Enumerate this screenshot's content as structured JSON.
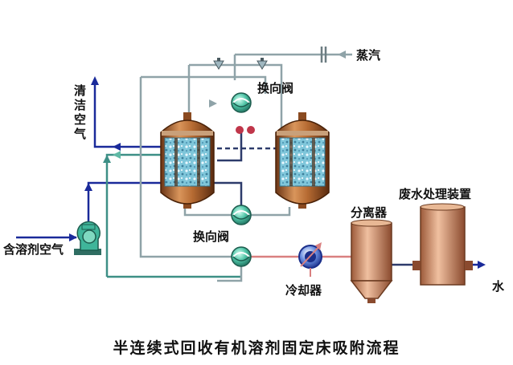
{
  "diagram": {
    "caption": "半连续式回收有机溶剂固定床吸附流程",
    "labels": {
      "clean_air": [
        "清",
        "洁",
        "空",
        "气"
      ],
      "steam": "蒸汽",
      "reversing_valve_top": "换向阀",
      "reversing_valve_bottom": "换向阀",
      "solvent_air": "含溶剂空气",
      "separator": "分离器",
      "wastewater_device": "废水处理装置",
      "cooler": "冷却器",
      "water": "水"
    },
    "colors": {
      "pipe_teal": "#3d8f86",
      "pipe_blue": "#1a2a9a",
      "pipe_gray": "#8fa3a8",
      "pipe_dark": "#2d3b6b",
      "pipe_pink": "#d98080",
      "vessel_copper": "#a8622e",
      "vessel_copper_light": "#d9955b",
      "adsorbent": "#7fc6da",
      "valve_green": "#3fb59a",
      "separator_tan": "#d9a080"
    }
  }
}
